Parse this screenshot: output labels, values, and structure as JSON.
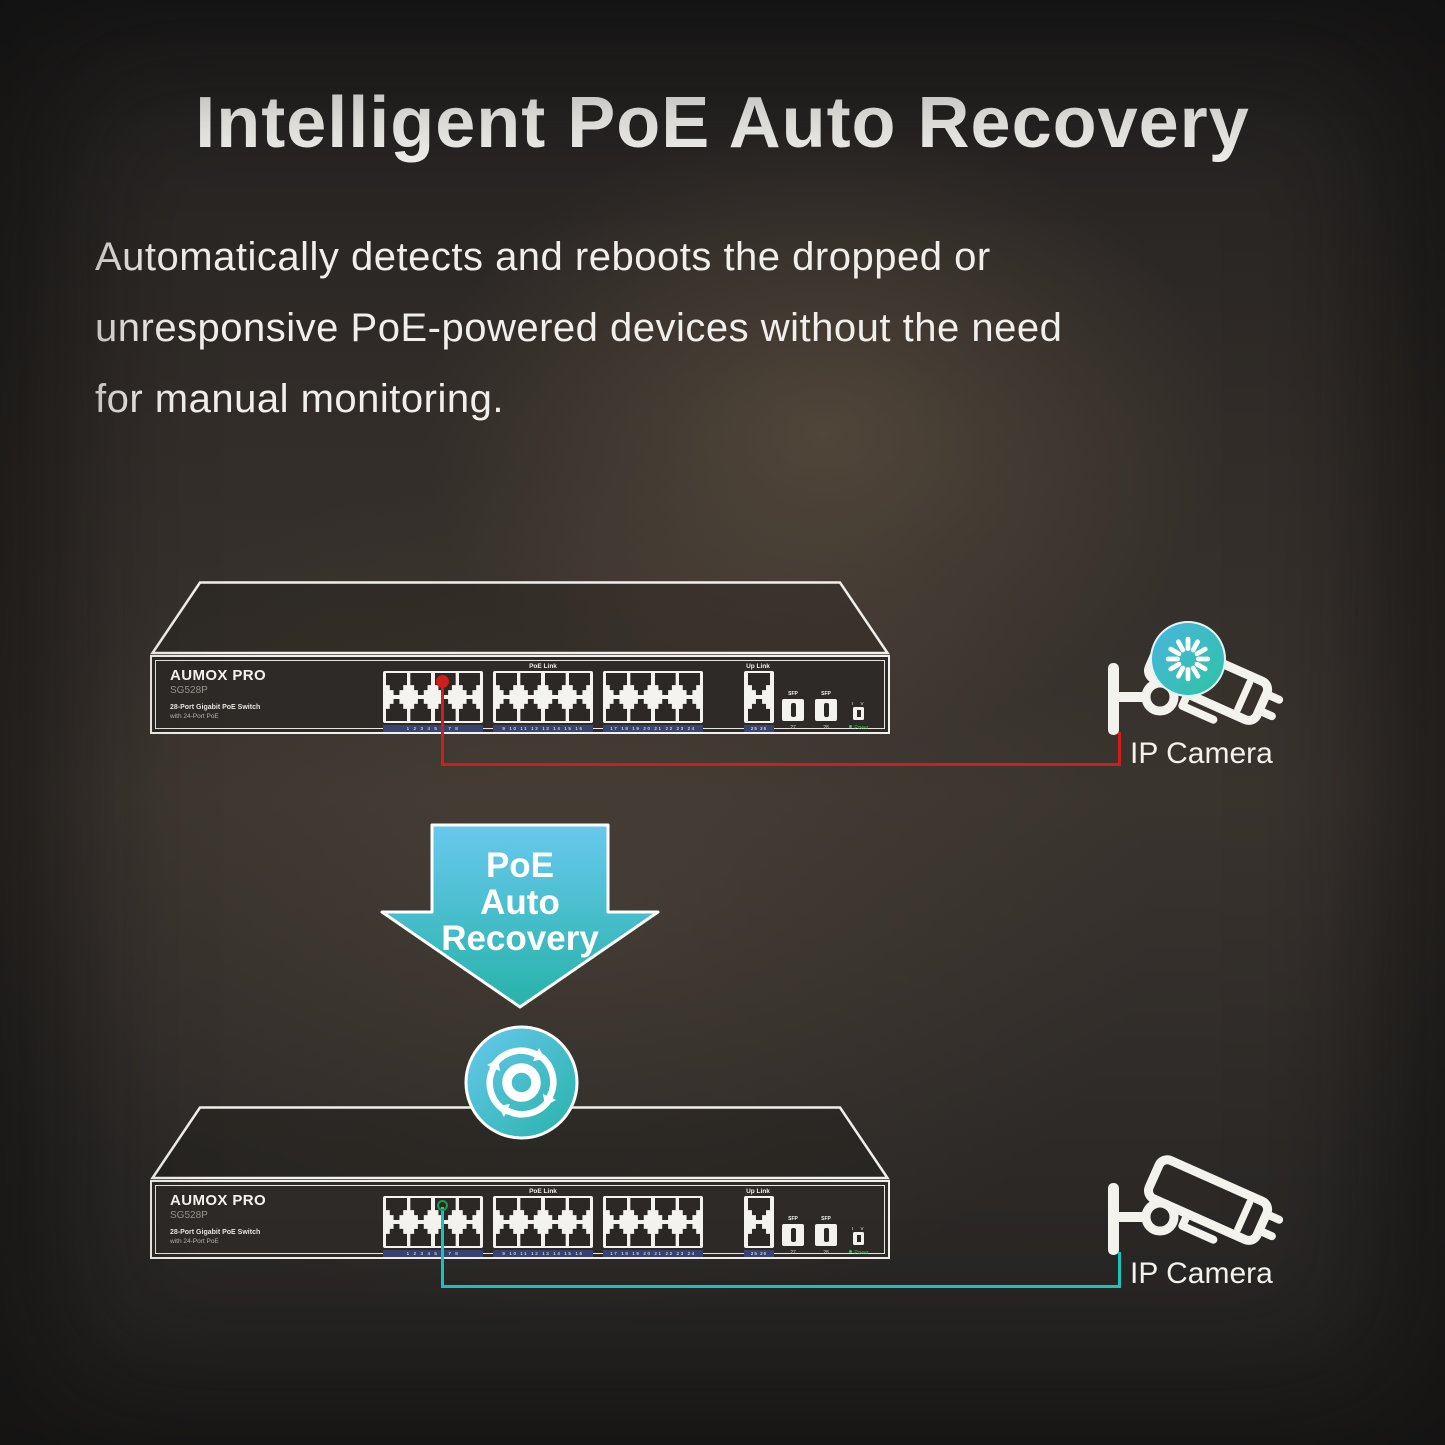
{
  "title": "Intelligent PoE Auto Recovery",
  "description": {
    "line1": "Automatically detects and reboots the dropped or",
    "line2": "unresponsive PoE-powered devices without the need",
    "line3": "for manual monitoring."
  },
  "arrow": {
    "line1": "PoE",
    "line2": "Auto",
    "line3": "Recovery"
  },
  "recovery_icon": "refresh-cycle-icon",
  "switch": {
    "brand": "AUMOX PRO",
    "model": "SG528P",
    "subtitle_line1": "28-Port Gigabit PoE Switch",
    "subtitle_line2": "with 24-Port PoE",
    "poe_link_label": "PoE Link",
    "uplink_label": "Up Link",
    "uplink_numbers": "25  26",
    "sfp_label": "SFP",
    "sfp1_number": "27",
    "sfp2_number": "28",
    "power_marks": "I  V",
    "power_label": "Power",
    "port_groups": [
      {
        "cols": 4,
        "numbers": "1 2 3 4 5 6 7 8"
      },
      {
        "cols": 4,
        "numbers": "9 10 11 12 13 14 15 16"
      },
      {
        "cols": 4,
        "numbers": "17 18 19 20 21 22 23 24"
      }
    ]
  },
  "cameras": {
    "top": {
      "label": "IP Camera",
      "status": "unresponsive-loading"
    },
    "bottom": {
      "label": "IP Camera",
      "status": "recovered"
    }
  },
  "colors": {
    "cable_red": "#ce1e1e",
    "cable_teal": "#17c4bb",
    "marker_green": "#1c9a4d",
    "arrow_top": "#68c8ee",
    "arrow_bottom": "#27b3a8",
    "badge_blue": "#49b5de",
    "badge_teal": "#2fc3a4",
    "strip_navy": "#3a4370",
    "panel_dark": "#2d2a27",
    "outline_white": "#f2f0ec"
  }
}
